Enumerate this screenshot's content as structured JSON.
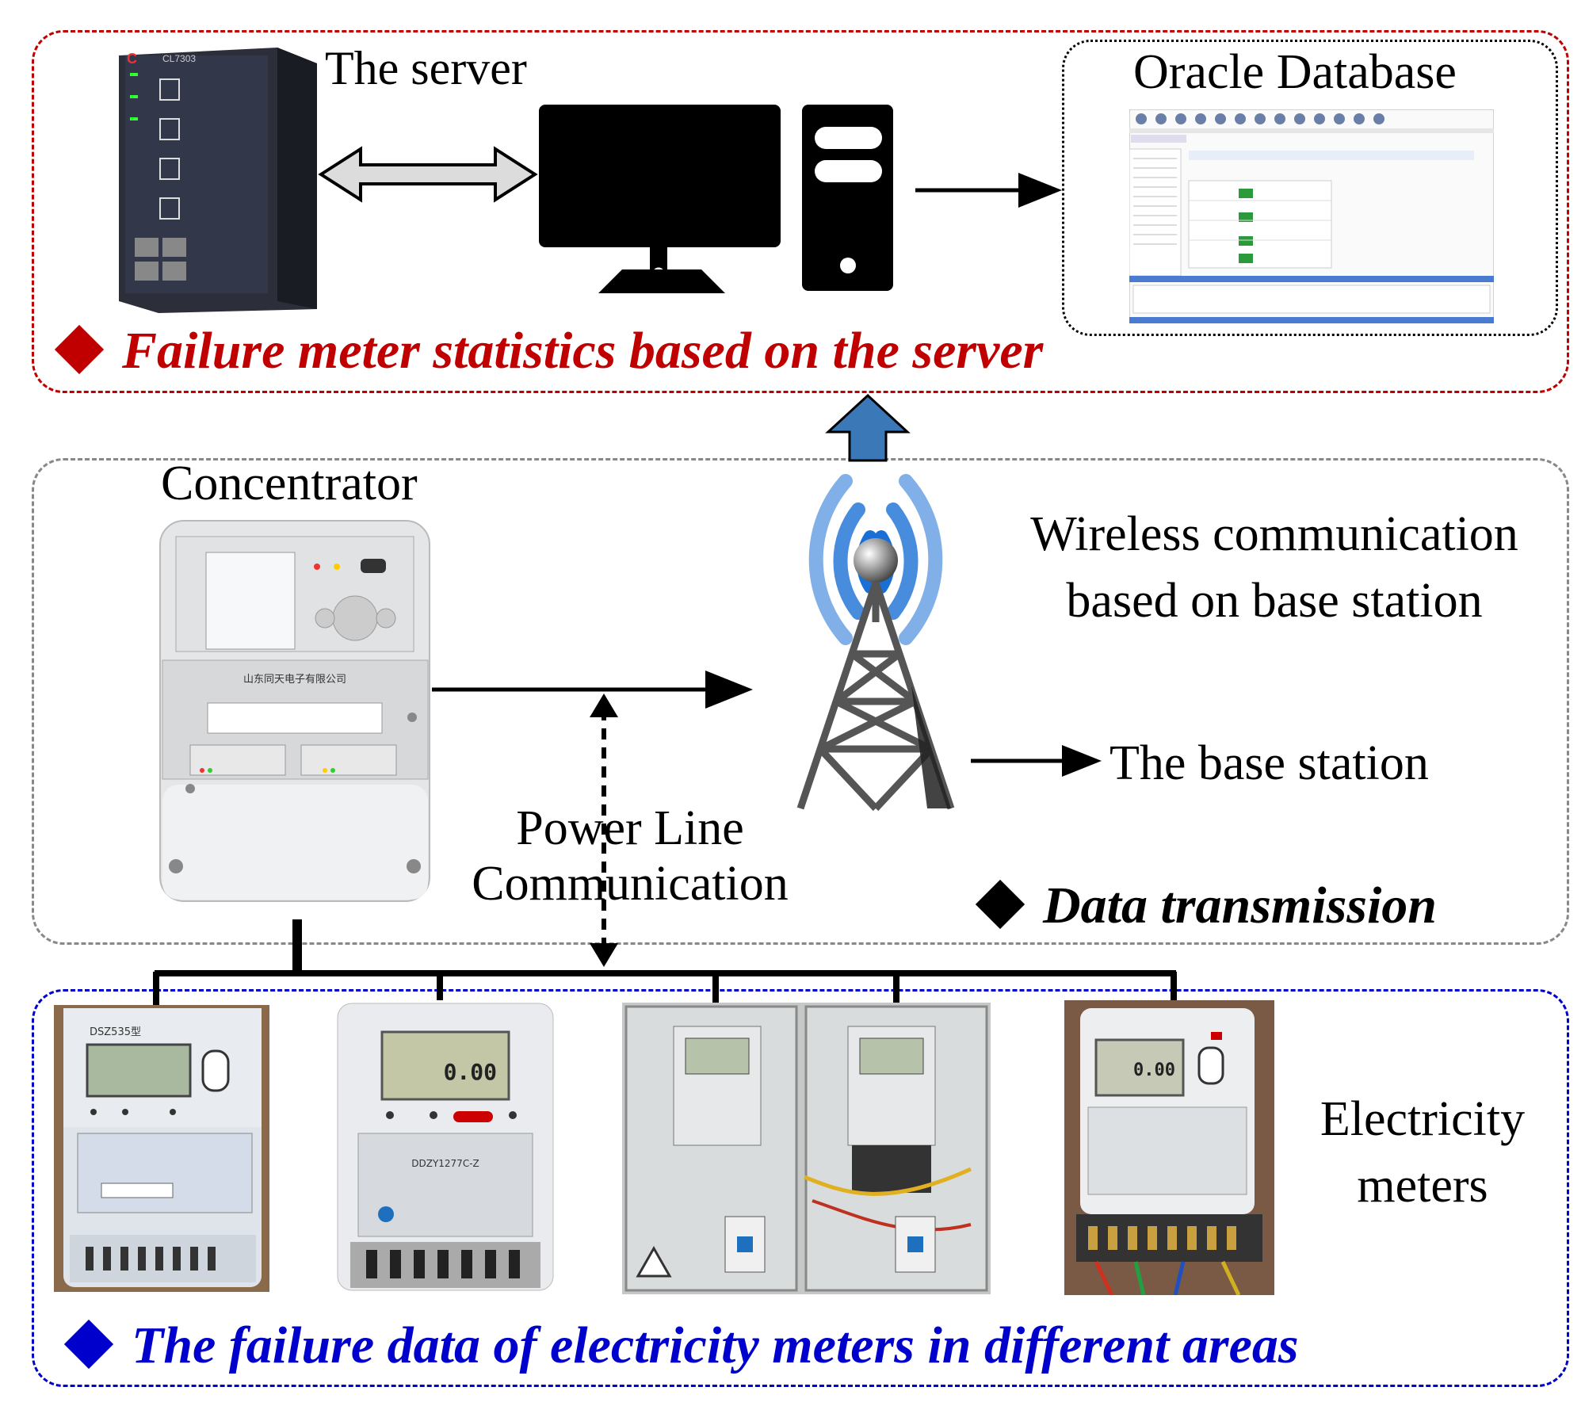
{
  "server_section": {
    "title": "Failure meter statistics based on the server",
    "server_label": "The server",
    "server_brand": "CL7303",
    "database_label": "Oracle Database",
    "color": "#c00000"
  },
  "transmission_section": {
    "title": "Data transmission",
    "concentrator_label": "Concentrator",
    "wireless_label_line1": "Wireless communication",
    "wireless_label_line2": "based on base station",
    "base_station_label": "The base station",
    "plc_label_line1": "Power Line",
    "plc_label_line2": "Communication",
    "concentrator_company": "山东同天电子有限公司",
    "color": "#000000"
  },
  "meters_section": {
    "title": "The failure data of electricity meters in different areas",
    "meters_label_line1": "Electricity",
    "meters_label_line2": "meters",
    "color": "#0000cc",
    "meters": [
      {
        "model": "DSZ535型",
        "reading": ""
      },
      {
        "model": "DDZY1277C-Z",
        "reading": "0.00"
      },
      {
        "model": "",
        "reading": ""
      },
      {
        "model": "",
        "reading": ""
      },
      {
        "model": "",
        "reading": "0.00"
      }
    ]
  },
  "colors": {
    "arrow_up_fill": "#3a78b8",
    "tower_gray": "#555555",
    "wave_blue": "#1a6fd6"
  }
}
